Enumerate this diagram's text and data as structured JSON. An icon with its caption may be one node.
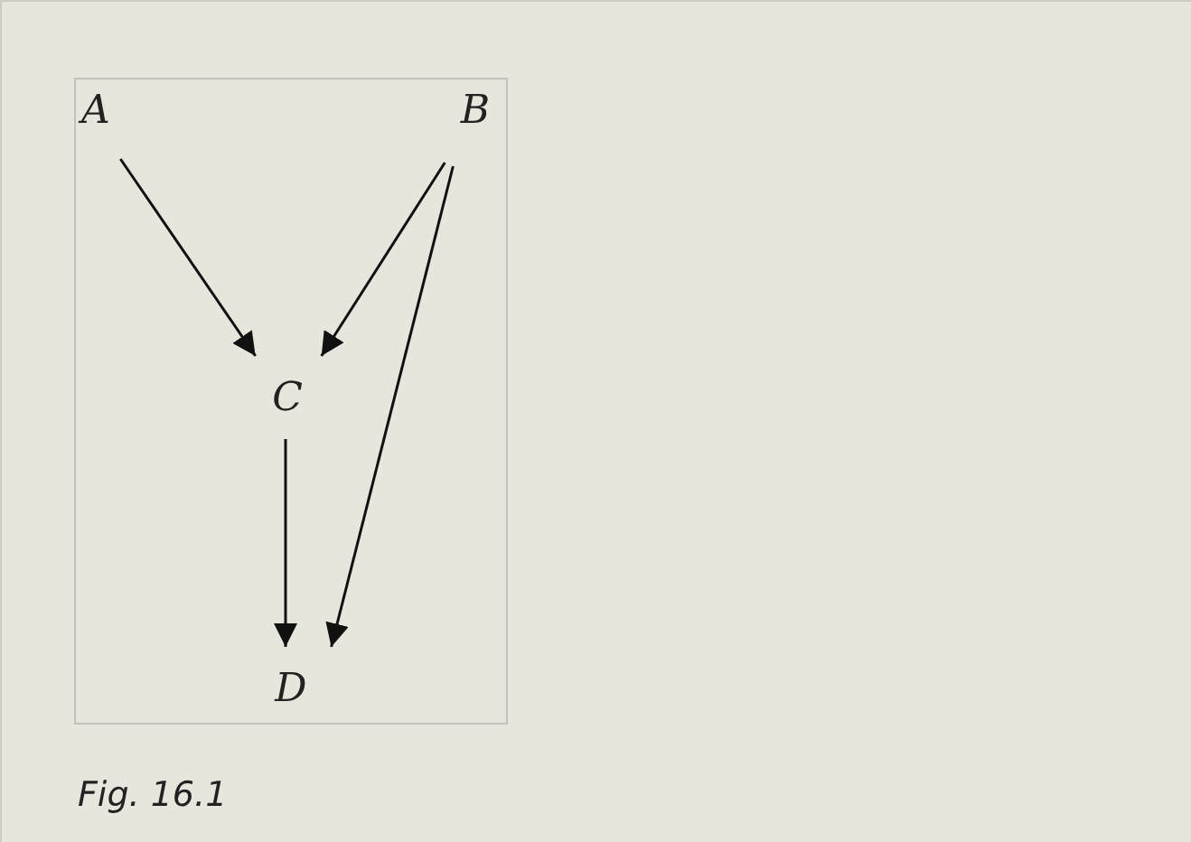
{
  "diagram": {
    "caption": "Fig. 16.1",
    "nodes": [
      {
        "text": [
          "A"
        ]
      },
      {
        "text": [
          "B"
        ]
      },
      {
        "text": [
          "C"
        ]
      },
      {
        "text": [
          "D"
        ]
      }
    ],
    "edges": [
      {
        "from": 0,
        "to": 2,
        "arrow": "to"
      },
      {
        "from": 1,
        "to": 2,
        "arrow": "to"
      },
      {
        "from": 1,
        "to": 3,
        "arrow": "to"
      },
      {
        "from": 2,
        "to": 3,
        "arrow": "to"
      }
    ]
  }
}
